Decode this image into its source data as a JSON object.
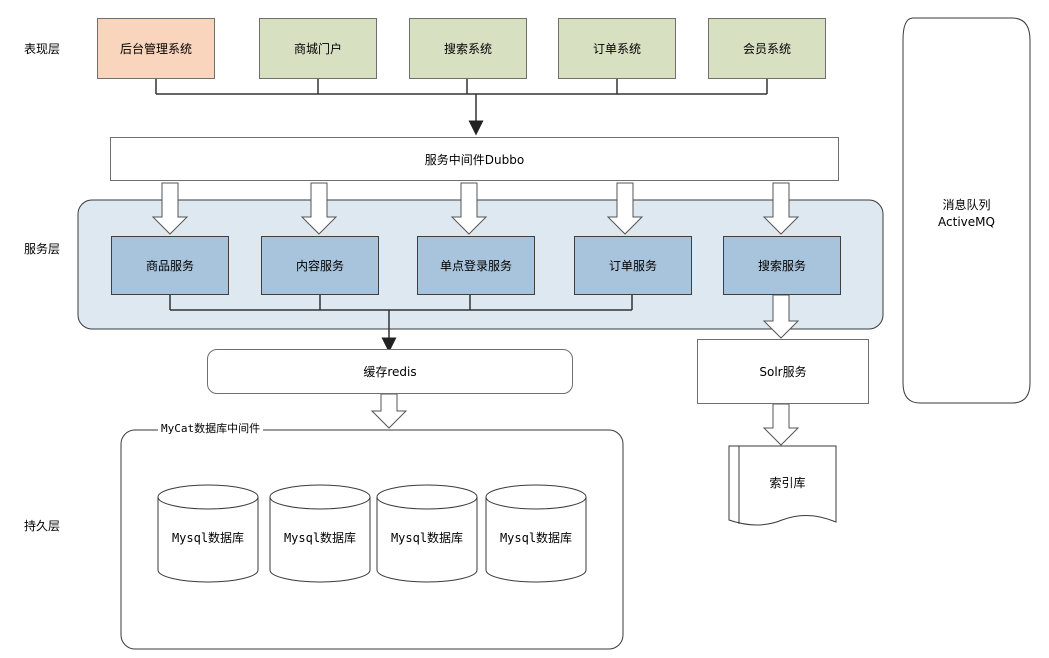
{
  "layers": {
    "presentation": "表现层",
    "service": "服务层",
    "persistence": "持久层"
  },
  "top_systems": [
    "后台管理系统",
    "商城门户",
    "搜索系统",
    "订单系统",
    "会员系统"
  ],
  "middleware": "服务中间件Dubbo",
  "services": [
    "商品服务",
    "内容服务",
    "单点登录服务",
    "订单服务",
    "搜索服务"
  ],
  "cache": "缓存redis",
  "solr": "Solr服务",
  "index": "索引库",
  "mycat": "MyCat数据库中间件",
  "databases": [
    "Mysql数据库",
    "Mysql数据库",
    "Mysql数据库",
    "Mysql数据库"
  ],
  "mq": {
    "line1": "消息队列",
    "line2": "ActiveMQ"
  },
  "colors": {
    "top_admin": "#f8d5bc",
    "top_green": "#d8e0c2",
    "service_blue": "#a8c3dc",
    "service_panel": "#dde8f1"
  }
}
